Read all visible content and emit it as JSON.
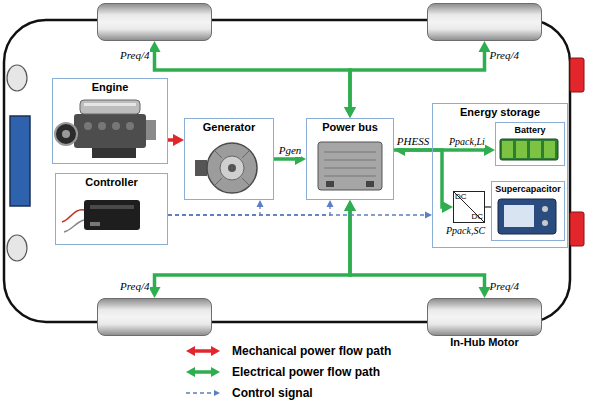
{
  "diagram": {
    "nodes": [
      {
        "text": []
      },
      {
        "text": []
      },
      {
        "text": [
          "Engine"
        ]
      },
      {
        "text": [
          "Controller"
        ]
      },
      {
        "text": [
          "Generator"
        ]
      },
      {
        "text": [
          "Power bus"
        ]
      },
      {
        "text": [
          "Energy storage"
        ]
      },
      {
        "text": [
          "Battery"
        ],
        "in": 6
      },
      {
        "text": [
          "DC",
          "DC"
        ],
        "in": 6
      },
      {
        "text": [
          "Supercapacitor"
        ],
        "in": 6
      },
      {
        "text": []
      },
      {
        "text": [
          "In-Hub Motor"
        ]
      }
    ],
    "edges": [
      {
        "from": 2,
        "to": 4,
        "arrow": "to"
      },
      {
        "from": 4,
        "to": 5,
        "label": "Pgen",
        "arrow": "to"
      },
      {
        "from": 5,
        "to": 0,
        "label": "Preq/4",
        "arrow": "both"
      },
      {
        "from": 5,
        "to": 1,
        "label": "Preq/4",
        "arrow": "both"
      },
      {
        "from": 5,
        "to": 10,
        "label": "Preq/4",
        "arrow": "both"
      },
      {
        "from": 5,
        "to": 11,
        "label": "Preq/4",
        "arrow": "both"
      },
      {
        "from": 5,
        "to": 7,
        "label": "PHESS",
        "arrow": "both"
      },
      {
        "from": 5,
        "to": 8,
        "arrow": "to"
      },
      {
        "from": 8,
        "to": 9,
        "arrow": "none"
      },
      {
        "from": 3,
        "to": 4,
        "arrow": "to"
      },
      {
        "from": 3,
        "to": 5,
        "arrow": "to"
      },
      {
        "from": 3,
        "to": 6,
        "arrow": "to"
      }
    ],
    "labels": [
      "Ppack,Li",
      "Ppack,SC"
    ],
    "legend": [
      {
        "text": "Mechanical power flow path"
      },
      {
        "text": "Electrical power flow path"
      },
      {
        "text": "Control signal"
      }
    ]
  }
}
